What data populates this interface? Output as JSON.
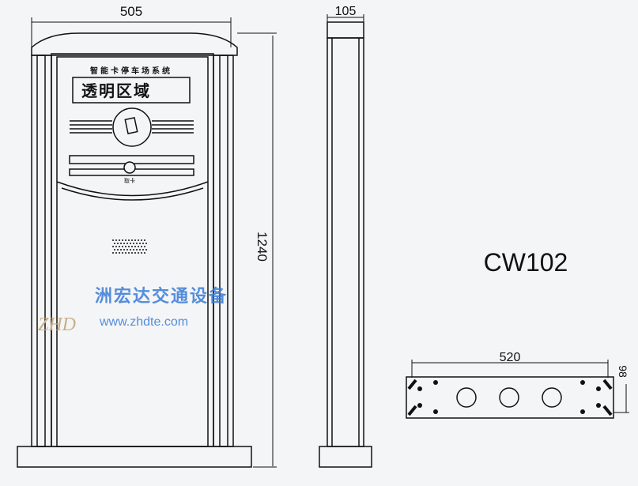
{
  "dimensions": {
    "front_width": "505",
    "side_width": "105",
    "height": "1240",
    "base_width": "520",
    "base_depth": "98"
  },
  "model": "CW102",
  "panel": {
    "system_title": "智能卡停车场系统",
    "display_label": "透明区域",
    "button_label": "取卡"
  },
  "watermark": {
    "company": "洲宏达交通设备",
    "url": "www.zhdte.com",
    "logo": "ZHD"
  },
  "colors": {
    "line": "#111111",
    "watermark": "#3a7bd5",
    "background": "#f4f5f7"
  }
}
